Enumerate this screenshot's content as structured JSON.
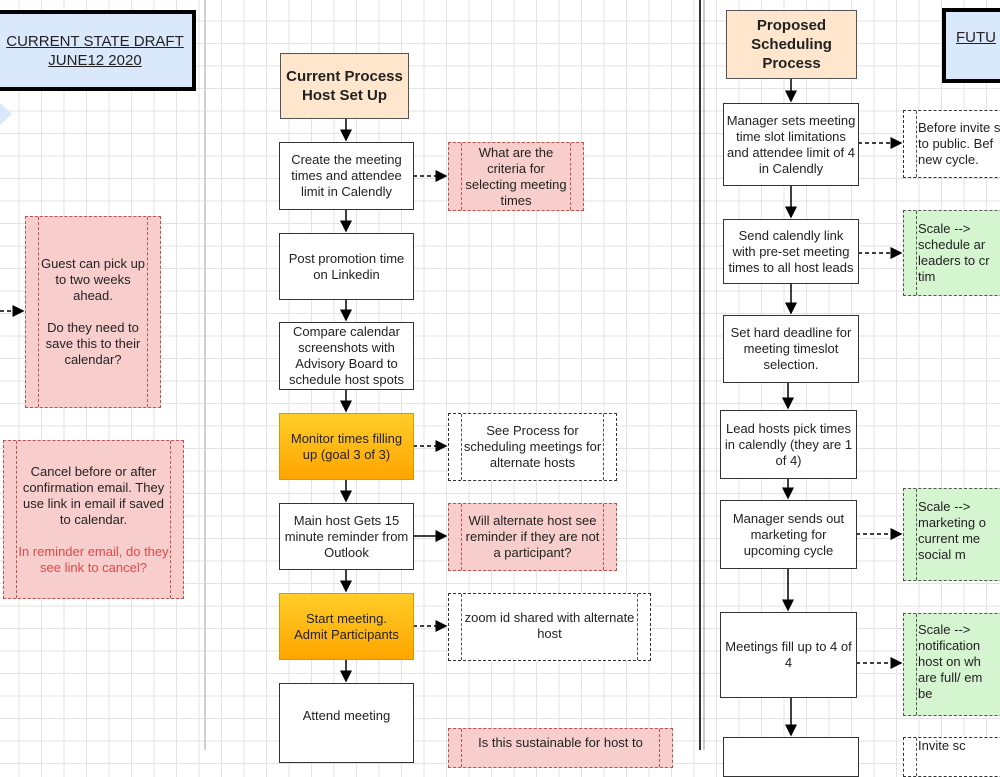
{
  "left_column": {
    "state_title": "CURRENT STATE DRAFT\nJUNE12 2020",
    "guest_note": "Guest can pick up to two weeks ahead.\n\nDo they need to save this to their calendar?",
    "cancel_note": "Cancel before or after confirmation email. They use link in email if saved to calendar.",
    "cancel_question": "In reminder email, do they see link to cancel?"
  },
  "current_process": {
    "title": "Current Process\nHost Set Up",
    "steps": [
      "Create the meeting times and attendee limit in  Calendly",
      "Post promotion time on Linkedin",
      "Compare calendar screenshots with Advisory Board to schedule host spots",
      "Monitor times filling up (goal 3 of 3)",
      "Main host Gets 15 minute reminder from Outlook",
      "Start meeting.\nAdmit Participants",
      "Attend meeting"
    ],
    "notes": [
      "What are the criteria for selecting meeting times",
      "See Process for scheduling meetings for alternate hosts",
      "Will alternate host see reminder if they are not a participant?",
      "zoom id shared with alternate host",
      "Is this sustainable for host to"
    ]
  },
  "proposed_process": {
    "title": "Proposed\nScheduling\nProcess",
    "steps": [
      "Manager sets meeting time slot limitations and attendee limit  of 4 in Calendly",
      "Send calendly link with pre-set meeting times to all  host leads",
      "Set hard deadline for meeting timeslot selection.",
      "Lead hosts pick times in calendly (they are 1 of 4)",
      "Manager sends out marketing for upcoming cycle",
      "Meetings fill up to 4 of 4"
    ],
    "notes": [
      "Before invite s\nto public. Bef\nnew cycle.",
      "Scale -->\nschedule ar\nleaders to cr\ntim",
      "Scale -->\nmarketing o\ncurrent me\nsocial m",
      "Scale -->\nnotification\nhost on wh\nare full/ em\nbe",
      "Invite sc"
    ]
  },
  "future_state": {
    "title": "FUTU"
  },
  "colors": {
    "title_fill": "#ffe6cc",
    "state_fill": "#dae8fc",
    "highlight_fill": "#ffcd28",
    "question_fill": "#f8cecc",
    "scale_fill": "#d5f5d0"
  }
}
